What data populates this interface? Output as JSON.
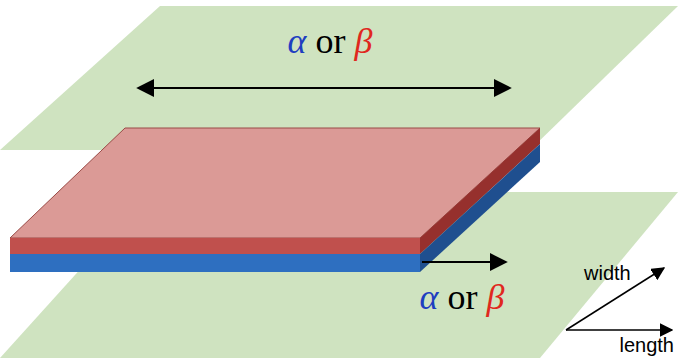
{
  "diagram": {
    "labels": [
      "α or β",
      "α or β",
      "width",
      "length"
    ]
  }
}
